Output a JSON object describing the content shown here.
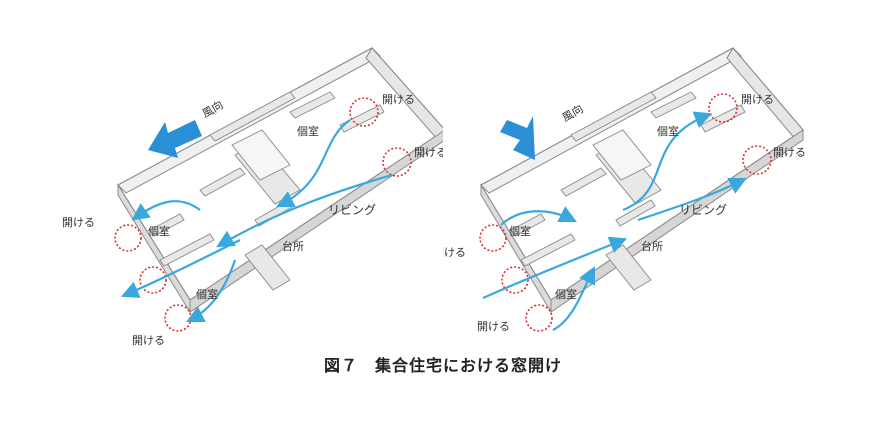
{
  "caption": "図７　集合住宅における窓開け",
  "colors": {
    "wall": "#d9d9d9",
    "wall_top": "#f4f4f4",
    "floor": "#ffffff",
    "outline": "#888888",
    "airflow": "#3aa8dc",
    "wind_arrow": "#2b8fd6",
    "window_ring": "#e03030"
  },
  "left_diagram": {
    "wind_label": "風向",
    "wind_arrow_icon": "left-wind-arrow",
    "rooms": {
      "room1": "個室",
      "room2": "個室",
      "room3": "個室",
      "living": "リビング",
      "kitchen": "台所"
    },
    "open_labels": {
      "top1": "開ける",
      "top2": "開ける",
      "left1": "開ける",
      "bottom1": "開ける"
    }
  },
  "right_diagram": {
    "wind_label": "風向",
    "wind_arrow_icon": "right-wind-arrow",
    "rooms": {
      "room1": "個室",
      "room2": "個室",
      "room3": "個室",
      "living": "リビング",
      "kitchen": "台所"
    },
    "open_labels": {
      "top1": "開ける",
      "top2": "開ける",
      "left1": "開ける",
      "bottom1": "開ける"
    }
  }
}
